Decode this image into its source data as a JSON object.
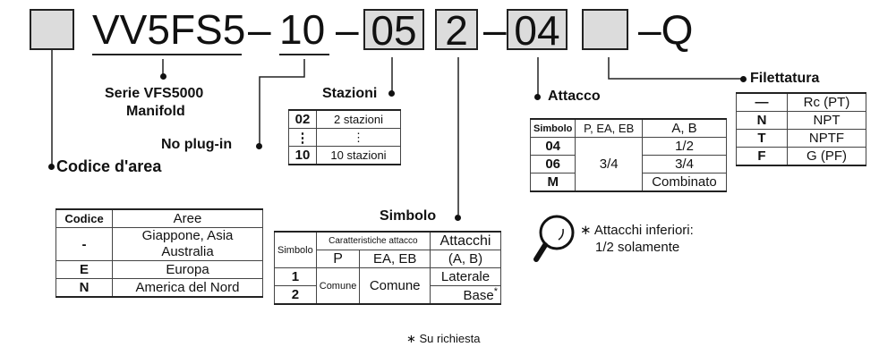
{
  "code": {
    "box_area": "",
    "series": "VV5FS5",
    "dash1": "–",
    "plugin": "10",
    "dash2": "–",
    "stations": "05",
    "symbol": "2",
    "dash3": "–",
    "port": "04",
    "box_thread": "",
    "suffix": "–Q"
  },
  "labels": {
    "series_line1": "Serie VFS5000",
    "series_line2": "Manifold",
    "no_plugin": "No plug-in",
    "area_code": "Codice d'area",
    "stazioni": "Stazioni",
    "simbolo": "Simbolo",
    "attacco": "Attacco",
    "filettatura": "Filettatura"
  },
  "stazioni_table": {
    "rows": [
      {
        "code": "02",
        "desc": "2 stazioni"
      },
      {
        "code": "⋮",
        "desc": "⋮"
      },
      {
        "code": "10",
        "desc": "10 stazioni"
      }
    ]
  },
  "area_table": {
    "header": {
      "codice": "Codice",
      "aree": "Aree"
    },
    "rows": [
      {
        "code": "-",
        "area_line1": "Giappone, Asia",
        "area_line2": "Australia"
      },
      {
        "code": "E",
        "area_line1": "Europa",
        "area_line2": ""
      },
      {
        "code": "N",
        "area_line1": "America del Nord",
        "area_line2": ""
      }
    ]
  },
  "simbolo_table": {
    "header": {
      "simbolo": "Simbolo",
      "caratteristiche": "Caratteristiche attacco",
      "attacchi": "Attacchi",
      "p": "P",
      "ea_eb": "EA, EB",
      "ab": "(A, B)"
    },
    "rows": [
      {
        "code": "1",
        "p": "Comune",
        "ea_eb": "Comune",
        "ab": "Laterale"
      },
      {
        "code": "2",
        "ab": "Base"
      }
    ],
    "base_mark": "*",
    "footnote": "∗ Su richiesta"
  },
  "attacco_table": {
    "header": {
      "simbolo": "Simbolo",
      "p_ea_eb": "P, EA, EB",
      "ab": "A, B"
    },
    "rows": [
      {
        "code": "04",
        "p_ea_eb": "3/4",
        "ab": "1/2"
      },
      {
        "code": "06",
        "ab": "3/4"
      },
      {
        "code": "M",
        "ab": "Combinato"
      }
    ],
    "note_line1": "∗ Attacchi inferiori:",
    "note_line2": "1/2 solamente"
  },
  "filettatura_table": {
    "rows": [
      {
        "code": "—",
        "desc": "Rc (PT)"
      },
      {
        "code": "N",
        "desc": "NPT"
      },
      {
        "code": "T",
        "desc": "NPTF"
      },
      {
        "code": "F",
        "desc": "G (PF)"
      }
    ]
  }
}
